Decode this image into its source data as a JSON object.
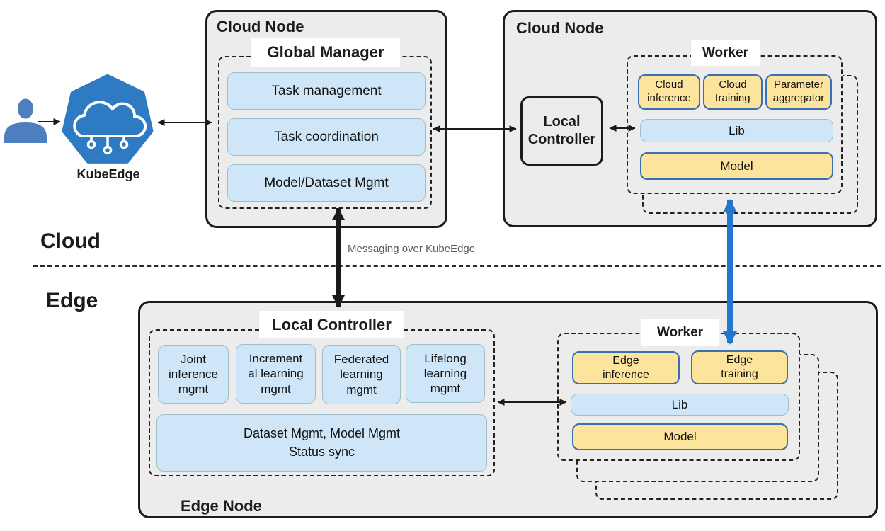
{
  "palette": {
    "node_bg": "#ececec",
    "blue_box_bg": "#cfe6f8",
    "blue_box_border": "#a0bec9",
    "yellow_box_bg": "#fce49c",
    "yellow_box_border": "#3a6eb5",
    "arrow_blue": "#2277cd",
    "text_gray": "#595959",
    "logo_blue": "#2e7bc3",
    "user_blue": "#4d7ebf"
  },
  "kubeedge": {
    "label": "KubeEdge"
  },
  "zones": {
    "cloud_label": "Cloud",
    "edge_label": "Edge",
    "messaging_label": "Messaging over KubeEdge"
  },
  "cloud_node_left": {
    "title": "Cloud Node",
    "manager_title": "Global Manager",
    "boxes": [
      "Task management",
      "Task coordination",
      "Model/Dataset Mgmt"
    ]
  },
  "cloud_node_right": {
    "title": "Cloud Node",
    "local_controller": "Local\nController",
    "worker": {
      "title": "Worker",
      "top_boxes": [
        "Cloud\ninference",
        "Cloud\ntraining",
        "Parameter\naggregator"
      ],
      "lib": "Lib",
      "model": "Model"
    }
  },
  "edge_node": {
    "title": "Edge Node",
    "local_controller": {
      "title": "Local Controller",
      "boxes": [
        "Joint\ninference\nmgmt",
        "Increment\nal learning\nmgmt",
        "Federated\nlearning\nmgmt",
        "Lifelong\nlearning\nmgmt"
      ],
      "wide_box": "Dataset Mgmt, Model Mgmt\nStatus sync"
    },
    "worker": {
      "title": "Worker",
      "top_boxes": [
        "Edge\ninference",
        "Edge\ntraining"
      ],
      "lib": "Lib",
      "model": "Model"
    }
  }
}
